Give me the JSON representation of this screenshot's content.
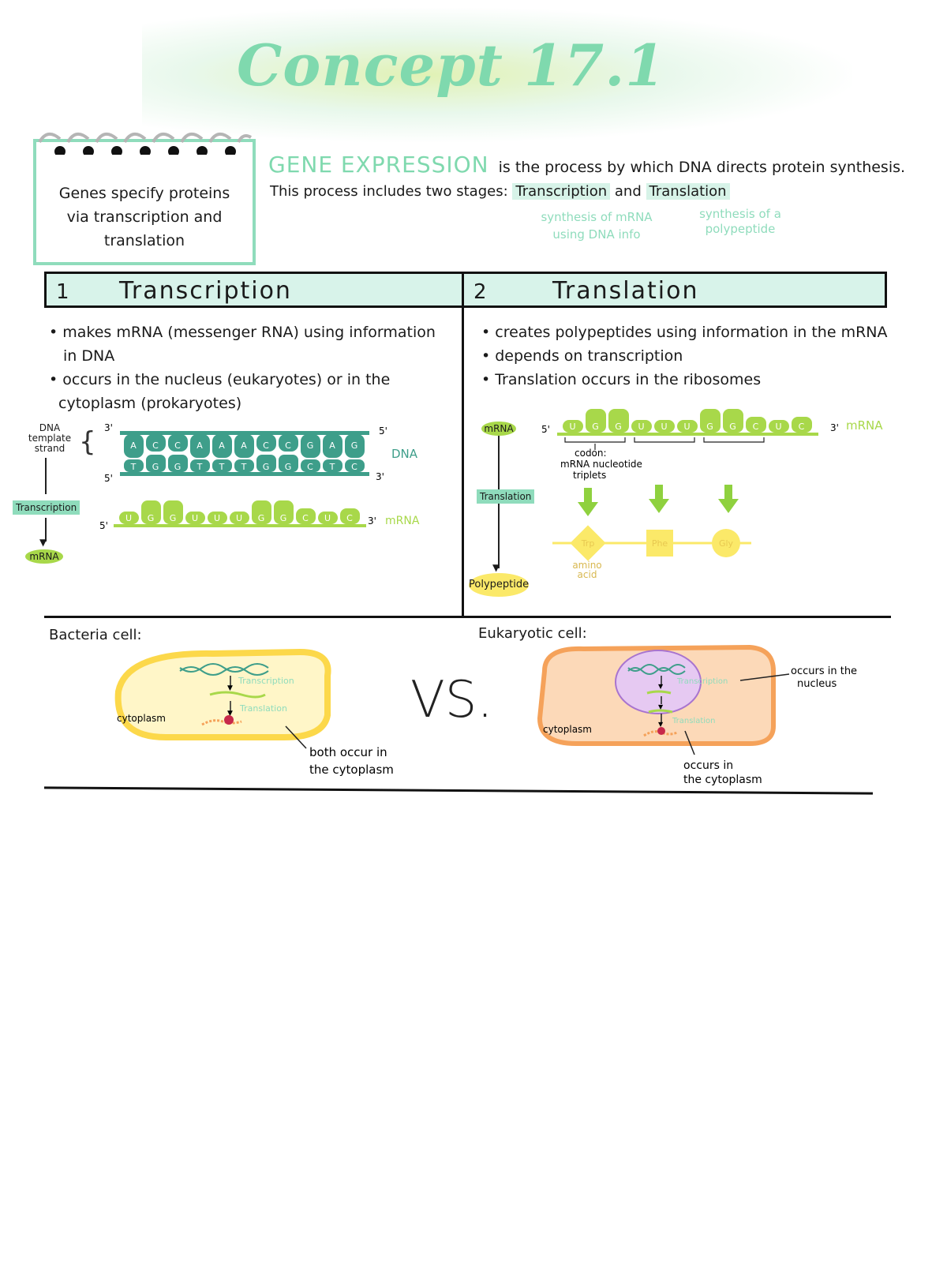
{
  "title": "Concept 17.1",
  "notepad": {
    "line1": "Genes specify proteins",
    "line2": "via transcription and",
    "line3": "translation"
  },
  "intro": {
    "term": "GENE EXPRESSION",
    "definition": "is the process by which DNA directs protein synthesis.",
    "stages_text": "This process includes two stages:",
    "stage1": "Transcription",
    "and": "and",
    "stage2": "Translation",
    "stage1_note_1": "synthesis of mRNA",
    "stage1_note_2": "using DNA info",
    "stage2_note_1": "synthesis of a",
    "stage2_note_2": "polypeptide"
  },
  "transcription": {
    "number": "1",
    "heading": "Transcription",
    "bullet1a": "• makes mRNA (messenger RNA) using information",
    "bullet1b": "in DNA",
    "bullet2a": "• occurs in the nucleus (eukaryotes) or in the",
    "bullet2b": "cytoplasm (prokaryotes)",
    "strand_label_1": "DNA",
    "strand_label_2": "template",
    "strand_label_3": "strand",
    "flow_tag": "Transcription",
    "flow_result": "mRNA",
    "end_3": "3'",
    "end_5": "5'",
    "dna_label": "DNA",
    "mrna_label": "mRNA",
    "top_bases": [
      "A",
      "C",
      "C",
      "A",
      "A",
      "A",
      "C",
      "C",
      "G",
      "A",
      "G"
    ],
    "bottom_bases": [
      "T",
      "G",
      "G",
      "T",
      "T",
      "T",
      "G",
      "G",
      "C",
      "T",
      "C"
    ],
    "mrna_bases": [
      "U",
      "G",
      "G",
      "U",
      "U",
      "U",
      "G",
      "G",
      "C",
      "U",
      "C"
    ]
  },
  "translation": {
    "number": "2",
    "heading": "Translation",
    "bullet1": "• creates polypeptides using information in the mRNA",
    "bullet2": "• depends on transcription",
    "bullet3": "• Translation occurs in the ribosomes",
    "flow_start": "mRNA",
    "flow_tag": "Translation",
    "flow_result": "Polypeptide",
    "end_5": "5'",
    "end_3": "3'",
    "mrna_label": "mRNA",
    "codon_label_1": "codon:",
    "codon_label_2": "mRNA nucleotide",
    "codon_label_3": "triplets",
    "amino_acids": [
      "Trp",
      "Phe",
      "Gly"
    ],
    "amino_label_1": "amino",
    "amino_label_2": "acid"
  },
  "bacteria": {
    "heading": "Bacteria cell:",
    "cytoplasm": "cytoplasm",
    "transcription": "Transcription",
    "translation": "Translation",
    "note_1": "both occur in",
    "note_2": "the cytoplasm"
  },
  "vs": "VS.",
  "eukaryotic": {
    "heading": "Eukaryotic cell:",
    "cytoplasm": "cytoplasm",
    "transcription": "Transcription",
    "translation": "Translation",
    "nucleus_note_1": "occurs in the",
    "nucleus_note_2": "nucleus",
    "cyto_note_1": "occurs in",
    "cyto_note_2": "the cytoplasm"
  },
  "colors": {
    "mint": "#7fd9ae",
    "lime": "#a8d84a",
    "dna_teal": "#3e9e8a",
    "yellow": "#fbe969",
    "orange": "#f5a25a"
  }
}
